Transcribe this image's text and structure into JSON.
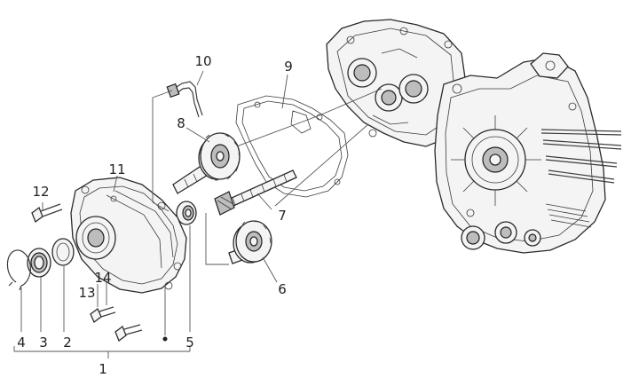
{
  "callouts": [
    {
      "id": "c1",
      "label": "1"
    },
    {
      "id": "c2",
      "label": "2"
    },
    {
      "id": "c3",
      "label": "3"
    },
    {
      "id": "c4",
      "label": "4"
    },
    {
      "id": "c5",
      "label": "5"
    },
    {
      "id": "c6",
      "label": "6"
    },
    {
      "id": "c7",
      "label": "7"
    },
    {
      "id": "c8",
      "label": "8"
    },
    {
      "id": "c9",
      "label": "9"
    },
    {
      "id": "c10",
      "label": "10"
    },
    {
      "id": "c11",
      "label": "11"
    },
    {
      "id": "c12",
      "label": "12"
    },
    {
      "id": "c13",
      "label": "13"
    },
    {
      "id": "c14",
      "label": "14"
    }
  ],
  "colors": {
    "line": "#3a3a3a",
    "background": "#ffffff",
    "part_fill": "#f4f4f4"
  }
}
